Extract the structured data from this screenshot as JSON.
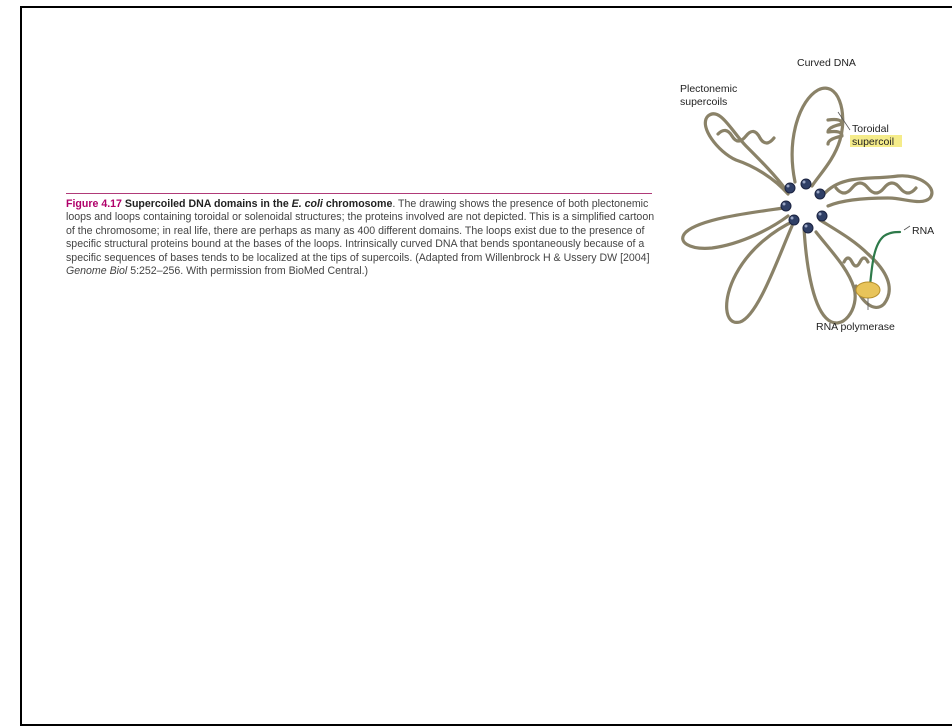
{
  "caption": {
    "figure_number": "Figure 4.17",
    "title_before": "Supercoiled DNA domains in the ",
    "title_organism": "E. coli",
    "title_after": " chromosome",
    "text_1": ". The drawing shows the presence of both plectonemic loops and loops containing toroidal or solenoidal structures; the proteins involved are not depicted. This is a simplified cartoon of the chromosome; in real life, there are perhaps as many as 400 different domains. The loops exist due to the presence of specific structural proteins bound at the bases of the loops. Intrinsically curved DNA that bends spontaneously because of a specific sequences of bases tends to be localized at the tips of supercoils. (Adapted from Willenbrock H & Ussery DW [2004] ",
    "journal": "Genome Biol",
    "text_2": " 5:252–256. With permission from BioMed Central.)"
  },
  "figure": {
    "label_curved_dna": "Curved DNA",
    "label_plectonemic_1": "Plectonemic",
    "label_plectonemic_2": "supercoils",
    "label_toroidal_1": "Toroidal",
    "label_toroidal_2": "supercoil",
    "label_rna": "RNA",
    "label_rna_polymerase": "RNA polymerase"
  },
  "colors": {
    "caption_accent": "#b0006a",
    "dna_strand": "#8a8268",
    "protein_node": "#2f3f66",
    "rna_strand": "#2e7a4a",
    "polymerase": "#e8c45a",
    "toroidal_highlight": "#f5ec8a"
  }
}
